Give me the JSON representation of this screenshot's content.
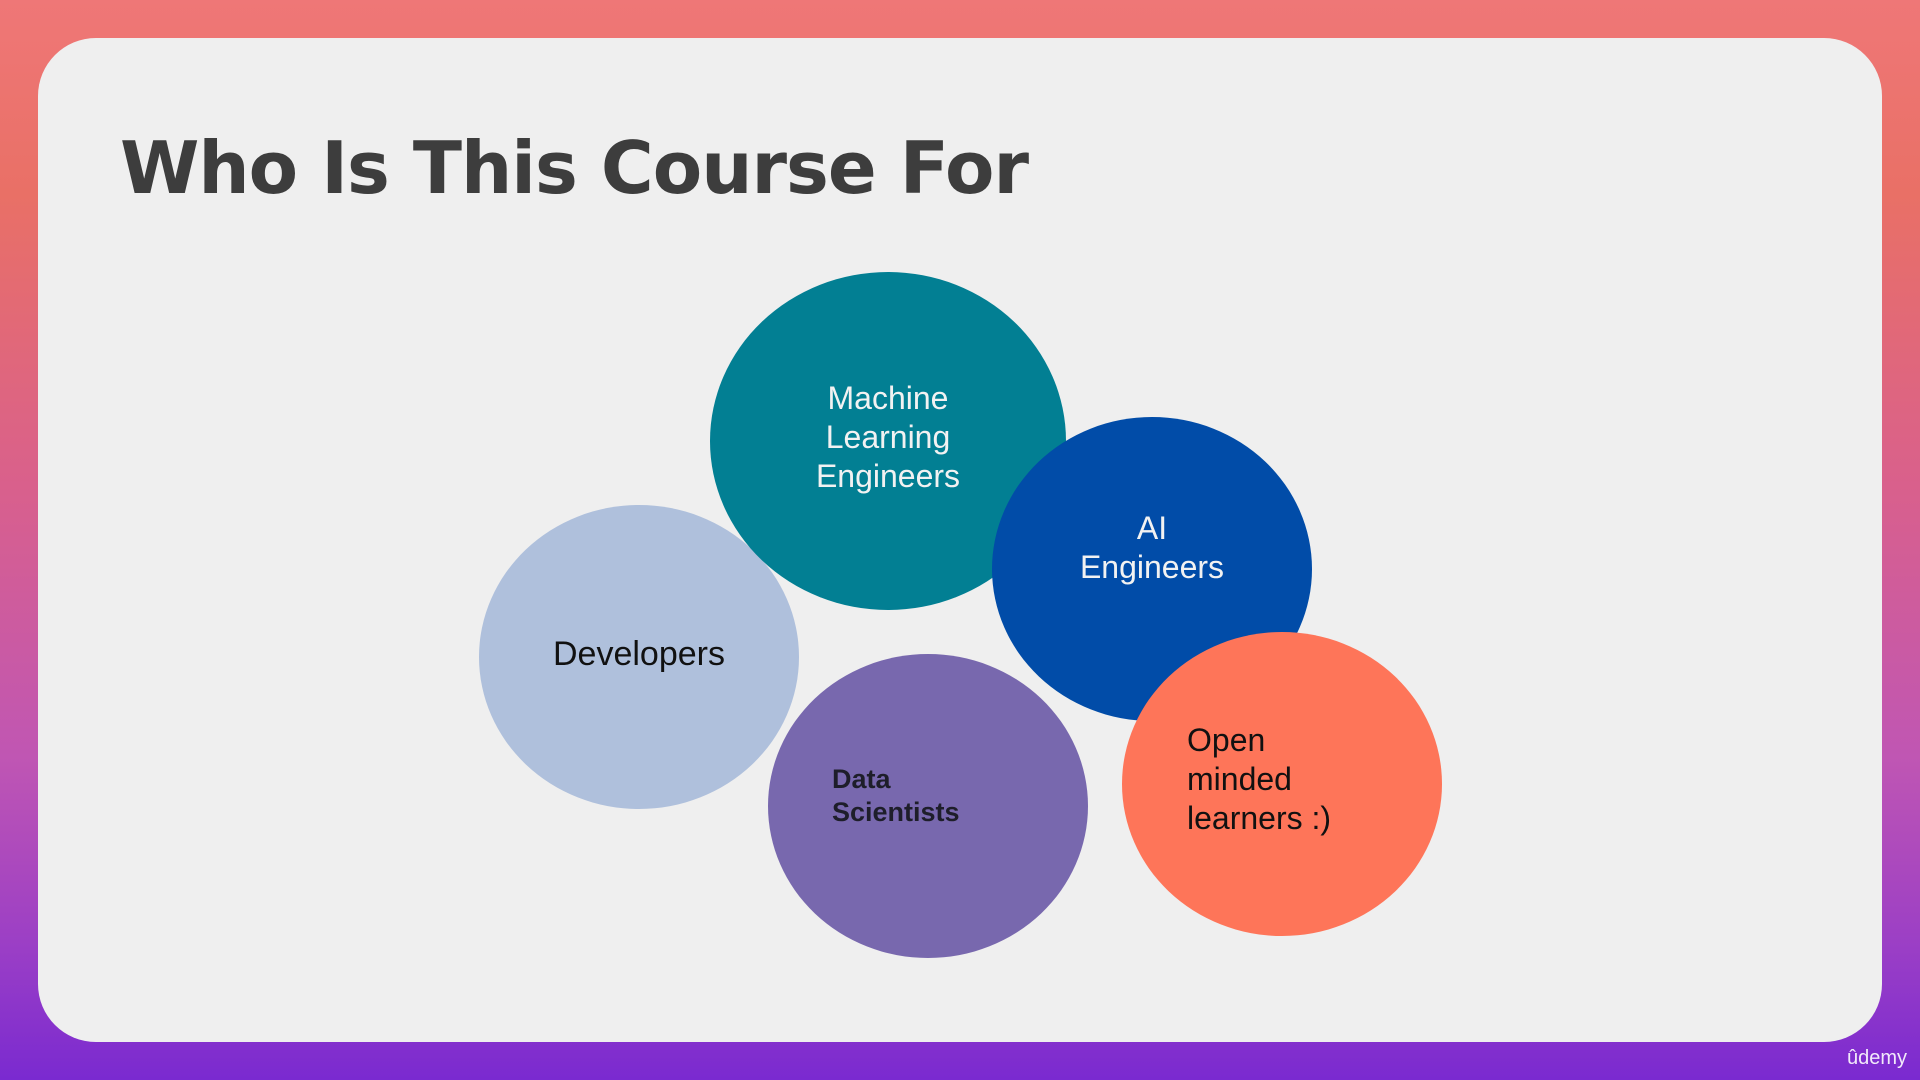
{
  "title": "Who Is This Course For",
  "bubbles": {
    "developers": {
      "lines": [
        "Developers"
      ],
      "color": "#afc0dc"
    },
    "ml_engineers": {
      "lines": [
        "Machine",
        "Learning",
        "Engineers"
      ],
      "color": "#027f93"
    },
    "ai_engineers": {
      "lines": [
        "AI",
        "Engineers"
      ],
      "color": "#014ca8"
    },
    "data_scientists": {
      "lines": [
        "Data",
        "Scientists"
      ],
      "color": "#7868ae"
    },
    "open_minded": {
      "lines": [
        "Open",
        "minded",
        "learners :)"
      ],
      "color": "#fe7559"
    }
  },
  "brand": "ûdemy"
}
